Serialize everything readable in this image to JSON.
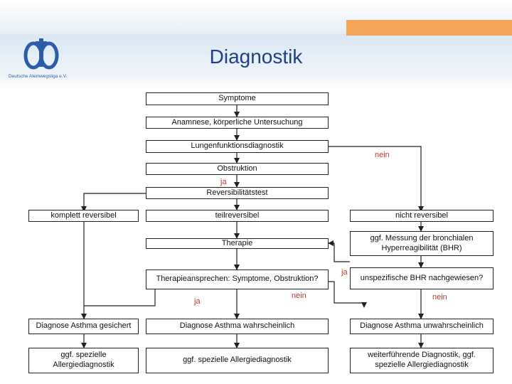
{
  "slide": {
    "title": "Diagnostik",
    "logo_text": "Deutsche Atemwegsliga e.V.",
    "colors": {
      "title": "#1f3f86",
      "accent_bar": "#f3a65a",
      "label_red": "#c0392b",
      "logo_blue": "#2b5ea7"
    }
  },
  "flow": {
    "symptome": "Symptome",
    "anamnese": "Anamnese, körperliche Untersuchung",
    "lungenfunktion": "Lungenfunktionsdiagnostik",
    "obstruktion": "Obstruktion",
    "reversibilitaet": "Reversibilitätstest",
    "komplett": "komplett reversibel",
    "teilreversibel": "teilreversibel",
    "nicht_reversibel": "nicht reversibel",
    "messung": "ggf. Messung der bronchialen Hyperreagibilität (BHR)",
    "therapie": "Therapie",
    "therapieansprechen": "Therapieansprechen: Symptome, Obstruktion?",
    "unspezifisch": "unspezifische BHR nachgewiesen?",
    "gesichert": "Diagnose Asthma gesichert",
    "wahrscheinlich": "Diagnose Asthma wahrscheinlich",
    "unwahrscheinlich": "Diagnose Asthma unwahrscheinlich",
    "allergie_left": "ggf. spezielle Allergiediagnostik",
    "allergie_mid": "ggf. spezielle Allergiediagnostik",
    "weiterfuehrend": "weiterführende Diagnostik, ggf. spezielle Allergiediagnostik"
  },
  "labels": {
    "nein_obstruktion": "nein",
    "ja_obstruktion": "ja",
    "ja_therapie": "ja",
    "nein_therapie": "nein",
    "ja_bhr": "ja",
    "nein_bhr": "nein"
  }
}
